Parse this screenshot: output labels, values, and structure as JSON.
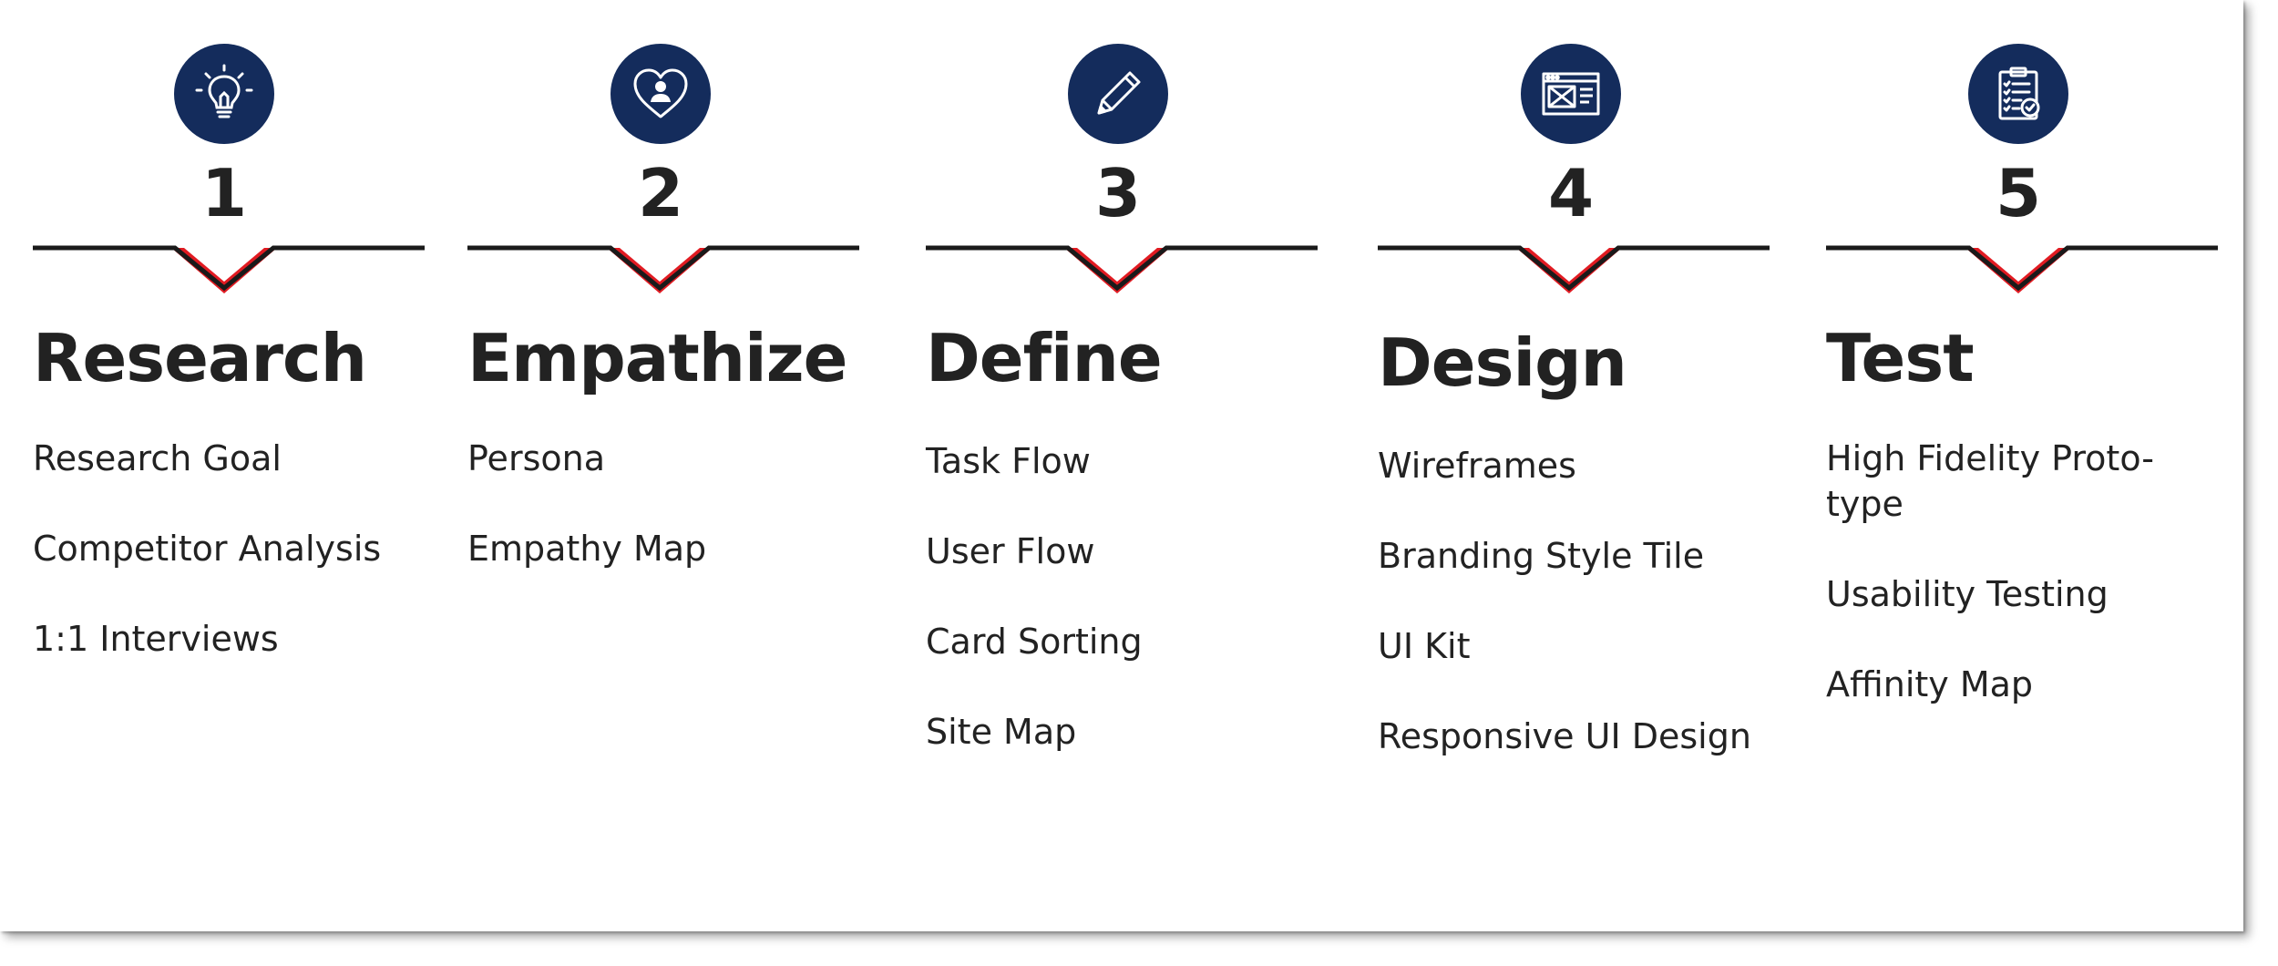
{
  "colors": {
    "accent_red": "#e11b22",
    "navy": "#142c5c",
    "text": "#222222"
  },
  "steps": [
    {
      "number": "1",
      "icon": "lightbulb-icon",
      "title": "Research",
      "items": [
        "Research Goal",
        "Competitor Analysis",
        "1:1 Interviews"
      ]
    },
    {
      "number": "2",
      "icon": "heart-person-icon",
      "title": "Empathize",
      "items": [
        "Persona",
        "Empathy Map"
      ]
    },
    {
      "number": "3",
      "icon": "pencil-icon",
      "title": "Define",
      "items": [
        "Task Flow",
        "User Flow",
        "Card Sorting",
        "Site Map"
      ]
    },
    {
      "number": "4",
      "icon": "wireframe-browser-icon",
      "title": "Design",
      "items": [
        "Wireframes",
        "Branding Style Tile",
        "UI Kit",
        "Responsive UI Design"
      ]
    },
    {
      "number": "5",
      "icon": "clipboard-checklist-icon",
      "title": "Test",
      "items": [
        "High Fidelity Proto-\ntype",
        "Usability Testing",
        "Affinity Map"
      ]
    }
  ]
}
